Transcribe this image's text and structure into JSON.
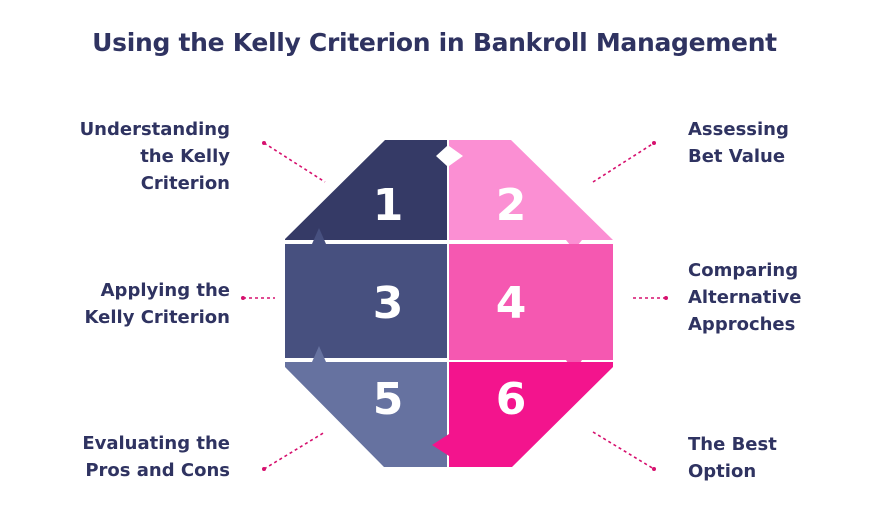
{
  "title": "Using the Kelly Criterion in Bankroll Management",
  "colors": {
    "title": "#2f3361",
    "seg1": "#353a66",
    "seg2": "#fb8fd3",
    "seg3": "#47507f",
    "seg4": "#f558b1",
    "seg5": "#6672a0",
    "seg6": "#f3148d",
    "connector": "#d6106e"
  },
  "segments": [
    {
      "number": "1",
      "label": "Understanding\nthe Kelly\nCriterion"
    },
    {
      "number": "2",
      "label": "Assessing\nBet Value"
    },
    {
      "number": "3",
      "label": "Applying the\nKelly Criterion"
    },
    {
      "number": "4",
      "label": "Comparing\nAlternative\nApproches"
    },
    {
      "number": "5",
      "label": "Evaluating the\nPros and Cons"
    },
    {
      "number": "6",
      "label": "The Best\nOption"
    }
  ]
}
